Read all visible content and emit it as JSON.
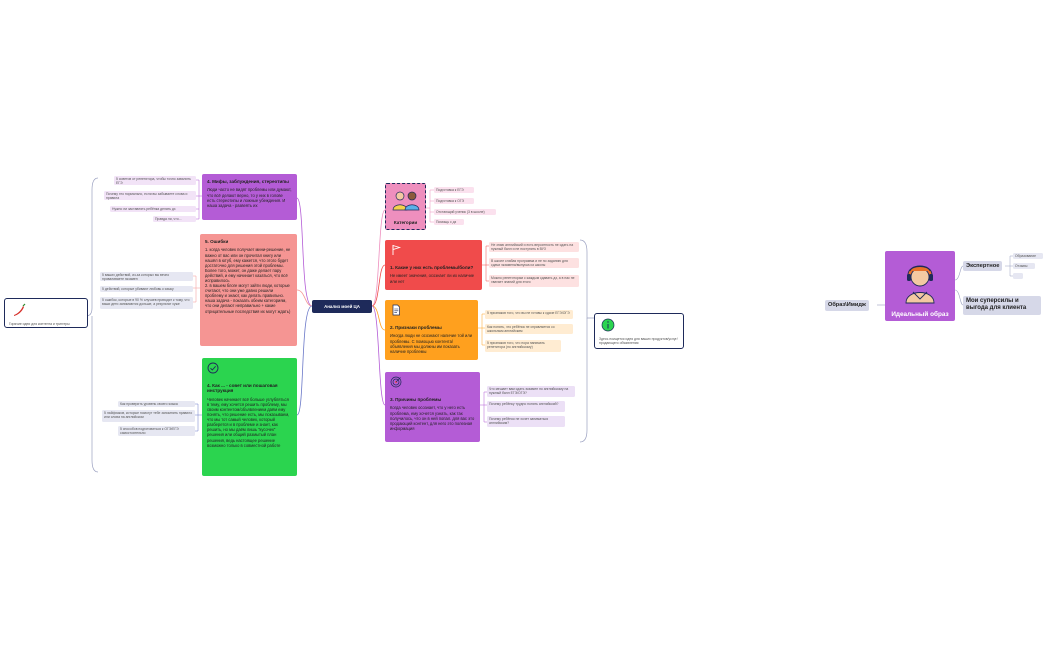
{
  "center": {
    "label": "Анализ моей ЦА"
  },
  "left_note": {
    "text": "Горячие идеи для контента и триггеры"
  },
  "right_note": {
    "text": "Здесь поищется идея для ваших продуктов/услуг/продающего объявления"
  },
  "categories": {
    "label": "Категории",
    "leaves": [
      "Подготовка к ЕГЭ",
      "Подготовка к ОГЭ",
      "Отстающий ученик (3 в школе)",
      "Помощь с дз"
    ]
  },
  "myths": {
    "title": "4. Мифы, заблуждения, стереотипы",
    "body": "Люди часто не видят проблемы или думают, что всё делают верно, то у них в голове есть стереотипы и ложные убеждения. И наша задача - развеять их",
    "leaves": [
      "5 советов от репетитора, чтобы точно завалить ЕГЭ",
      "Почему это нормально, если вы забываете слова и правила",
      "Нужно ли заставлять ребёнка делать дз",
      "Правда ли, что..."
    ]
  },
  "mistakes": {
    "title": "5. Ошибки",
    "body": "1. когда человек получает мини-решение, не важно от вас или он прочитал книгу или нашёл в ютуб, ему кажется, что этого будет достаточно для решения этой проблемы. Более того, может, он даже делает пару действий, и ему начинает казаться, что всё исправилось\n2. в вашем блоге могут зайти люди, которые считают, что они уже давно решили проблему и знают, как делать правильно. наша задача - показать обеим категориям, что они делают неправильно + какие отрицательные последствия их могут ждать)",
    "leaves": [
      "5 ваших действий, из-за которых вы вечно проваливаете экзамен",
      "5 действий, которые убивают любовь к языку",
      "5 ошибок, которые в 90 % случаев приводят к тому, что ваши дети занимаются дольше, а результат хуже"
    ]
  },
  "howto": {
    "title": "4. Как ... - совет или пошаговая инструкция",
    "body": "Человек начинает всё больше углубляться в тему, ему хочется решить проблему, мы своим контентом/объявлением даём ему понять, что решение есть, мы показываем, что мы тот самый человек, который разберется и в проблеме и знает, как решить, но мы даём лишь \"кусочек\" решения или общий размытый план решения, ведь настоящее решение возможно только в совместной работе",
    "leaves": [
      "Как проверить уровень своего языка",
      "5 лайфхаков, которые помогут тебе запомнить правило или слова на английском",
      "5 способов подготовиться к ОГЭ/ЕГЭ самостоятельно"
    ]
  },
  "problems": {
    "title": "1. Какие у них есть проблемы/боли?",
    "body": "Не имеет значения, осознает ли их наличие или нет",
    "leaves": [
      "Не знаю английский и есть вероятность не сдать на нужный балл и не поступить в ВУЗ",
      "В школе слабая программа и не по заданию для сдачи экзамена/выпуска из школы",
      "Можно репетиторам с каждым сдавать дз, а в нас не хватает знаний для этого"
    ]
  },
  "signs": {
    "title": "2. Признаки проблемы",
    "body": "Иногда люди не осознают наличие той или проблемы. С помощью контента/объявления мы должны им показать наличие проблемы",
    "leaves": [
      "5 признаков того, что вы не готовы к сдаче ЕГЭ/ОГЭ",
      "Как понять, что ребёнок не справляется со школьным английским",
      "5 признаков того, что пора нанимать репетитора (по английскому)"
    ]
  },
  "causes": {
    "title": "3. Причины проблемы",
    "body": "Когда человек осознает, что у него есть проблема, ему хочется узнать, как так получилось, что он в ней попал. для вас это продающий контент, для него это полезная информация",
    "leaves": [
      "Что мешает вам сдать экзамен по английскому на нужный балл ЕГЭ/ОГЭ?",
      "Почему ребёнку трудно понять английский?",
      "Почему ребёнок не хочет заниматься английским?"
    ]
  },
  "ideal": {
    "label": "Идеальный образ",
    "left_label": "Образ\\Имидж",
    "expert_label": "Экспертное",
    "expert_leaves": [
      "Образование",
      "Отзывы",
      ""
    ],
    "superpowers_label": "Мои суперсилы и выгода для клиента"
  },
  "colors": {
    "dark": "#1e2a5a",
    "purple": "#b45cd6",
    "salmon": "#f59593",
    "green": "#2bd44f",
    "red": "#f04b4b",
    "orange": "#ffa01e",
    "pink": "#ee8fbe"
  }
}
